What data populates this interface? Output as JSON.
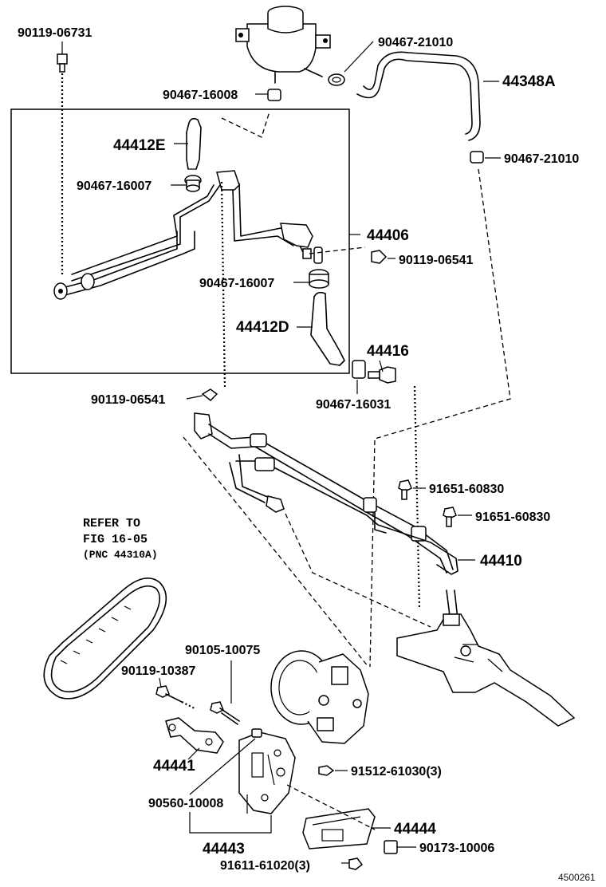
{
  "parts": {
    "p90119_06731": "90119-06731",
    "p90467_21010_top": "90467-21010",
    "p44348A": "44348A",
    "p90467_16008": "90467-16008",
    "p44412E": "44412E",
    "p90467_21010_right": "90467-21010",
    "p90467_16007_upper": "90467-16007",
    "p44406": "44406",
    "p90119_06541_right": "90119-06541",
    "p90467_16007_lower": "90467-16007",
    "p44412D": "44412D",
    "p44416": "44416",
    "p90119_06541_left": "90119-06541",
    "p90467_16031": "90467-16031",
    "p91651_60830_a": "91651-60830",
    "p91651_60830_b": "91651-60830",
    "p44410": "44410",
    "p90105_10075": "90105-10075",
    "p90119_10387": "90119-10387",
    "p91512_61030": "91512-61030(3)",
    "p44441": "44441",
    "p90560_10008": "90560-10008",
    "p44444": "44444",
    "p90173_10006": "90173-10006",
    "p44443": "44443",
    "p91611_61020": "91611-61020(3)"
  },
  "refer_note": {
    "line1": "REFER TO",
    "line2": "FIG 16-05",
    "line3": "(PNC 44310A)"
  },
  "illustration_id": "4500261"
}
